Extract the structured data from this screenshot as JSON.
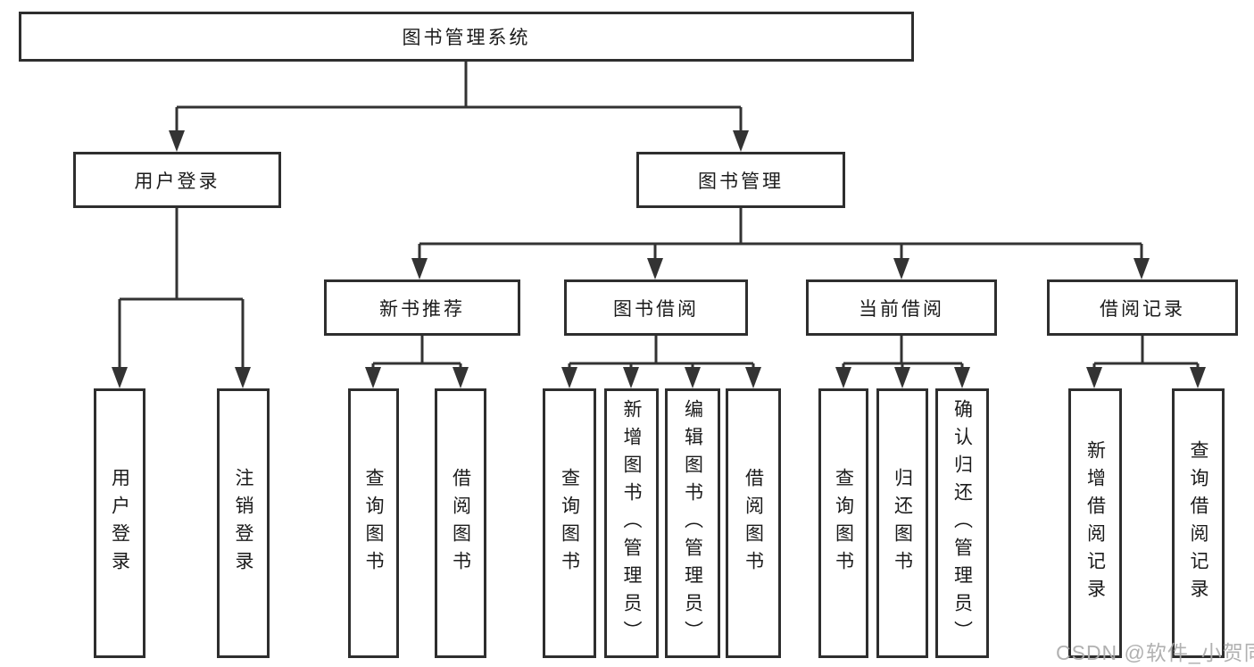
{
  "colors": {
    "line": "#333333",
    "box_border": "#2e2e2e",
    "text": "#1b1b1b",
    "watermark": "#aaaaaa",
    "background": "#ffffff"
  },
  "watermark": {
    "text": "CSDN @软件_小贺同学"
  },
  "tree": {
    "root": {
      "label": "图书管理系统"
    },
    "branches": [
      {
        "label": "用户登录",
        "children": [
          {
            "label": "用户登录"
          },
          {
            "label": "注销登录"
          }
        ]
      },
      {
        "label": "图书管理",
        "sections": [
          {
            "label": "新书推荐",
            "children": [
              {
                "label": "查询图书"
              },
              {
                "label": "借阅图书"
              }
            ]
          },
          {
            "label": "图书借阅",
            "children": [
              {
                "label": "查询图书"
              },
              {
                "label": "新增图书（管理员）"
              },
              {
                "label": "编辑图书（管理员）"
              },
              {
                "label": "借阅图书"
              }
            ]
          },
          {
            "label": "当前借阅",
            "children": [
              {
                "label": "查询图书"
              },
              {
                "label": "归还图书"
              },
              {
                "label": "确认归还（管理员）"
              }
            ]
          },
          {
            "label": "借阅记录",
            "children": [
              {
                "label": "新增借阅记录"
              },
              {
                "label": "查询借阅记录"
              }
            ]
          }
        ]
      }
    ]
  }
}
